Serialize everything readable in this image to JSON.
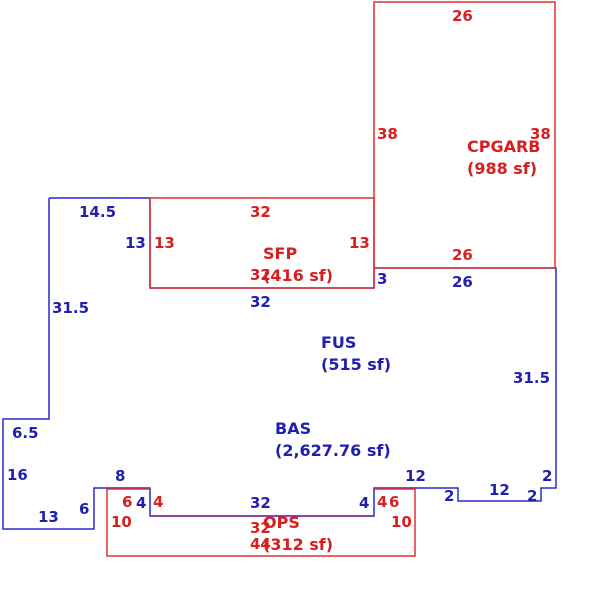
{
  "colors": {
    "blue": "#2a2ad0",
    "red": "#e23030"
  },
  "areas": {
    "cpgarb": {
      "name": "CPGARB",
      "size": "(988 sf)"
    },
    "sfp": {
      "name": "SFP",
      "size": "(416 sf)"
    },
    "fus": {
      "name": "FUS",
      "size": "(515 sf)"
    },
    "bas": {
      "name": "BAS",
      "size": "(2,627.76 sf)"
    },
    "ops": {
      "name": "OPS",
      "size": "(312 sf)"
    }
  },
  "dimensions": {
    "cpgarb_top": "26",
    "cpgarb_left": "38",
    "cpgarb_right": "38",
    "cpgarb_bottom": "26",
    "sfp_top": "32",
    "sfp_left": "13",
    "sfp_right": "13",
    "sfp_bottom": "32",
    "fus_top": "14.5",
    "fus_notch_left": "13",
    "fus_notch_bottom": "32",
    "fus_step": "3",
    "fus_under_garage": "26",
    "fus_left": "31.5",
    "bas_right": "31.5",
    "bas_left_step": "6.5",
    "bas_left": "16",
    "bas_bottom_left": "13",
    "bas_jog_left": "6",
    "bas_jog_top": "8",
    "bas_notch_left": "4",
    "bas_notch_bottom": "32",
    "bas_notch_right": "4",
    "bas_jog_top_right": "12",
    "bas_small_step_a": "2",
    "bas_bottom_right": "12",
    "bas_small_step_b": "2",
    "bas_small_step_c": "2",
    "ops_left_upper": "6",
    "ops_inner_left": "4",
    "ops_inner_right": "4",
    "ops_right_upper": "6",
    "ops_left": "10",
    "ops_right": "10",
    "ops_top": "32",
    "ops_bottom": "44"
  }
}
